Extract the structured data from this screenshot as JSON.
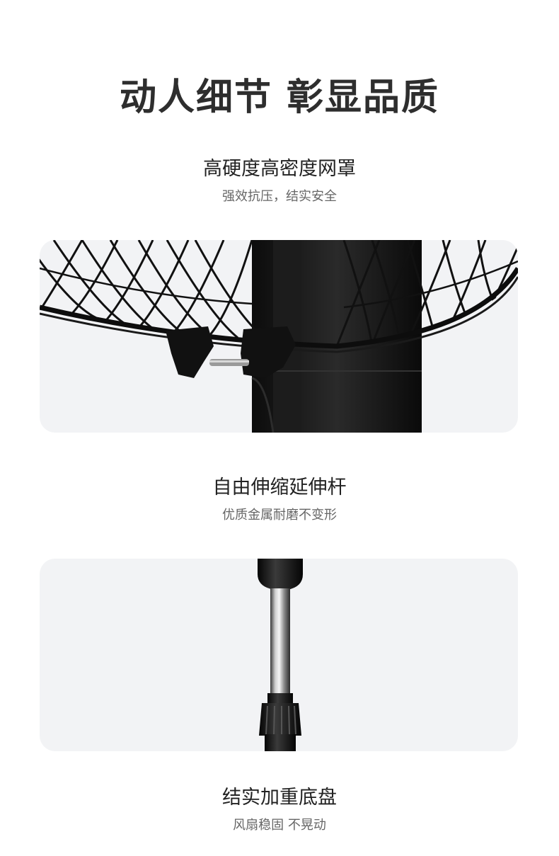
{
  "header": {
    "title": "动人细节 彰显品质"
  },
  "sections": [
    {
      "title": "高硬度高密度网罩",
      "subtitle": "强效抗压，结实安全",
      "image_icon": "fan-guard-image"
    },
    {
      "title": "自由伸缩延伸杆",
      "subtitle": "优质金属耐磨不变形",
      "image_icon": "telescopic-pole-image"
    },
    {
      "title": "结实加重底盘",
      "subtitle": "风扇稳固 不晃动"
    }
  ]
}
